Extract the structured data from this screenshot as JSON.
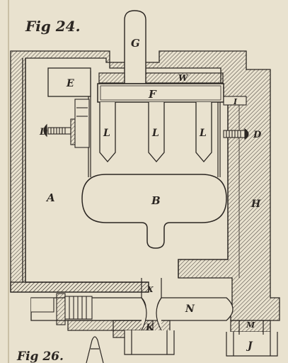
{
  "figure": {
    "title": "Fig 24.",
    "next_figure_title": "Fig 26.",
    "ink_color": "#2b2622",
    "paper_color": "#e9e2cf"
  },
  "labels": {
    "A": "A",
    "B": "B",
    "D_left": "D",
    "D_right": "D",
    "E": "E",
    "F": "F",
    "G": "G",
    "H": "H",
    "I": "I",
    "J": "J",
    "K": "K",
    "L_left": "L",
    "L_middle": "L",
    "L_right": "L",
    "M": "M",
    "N": "N",
    "W": "W",
    "X": "X"
  }
}
